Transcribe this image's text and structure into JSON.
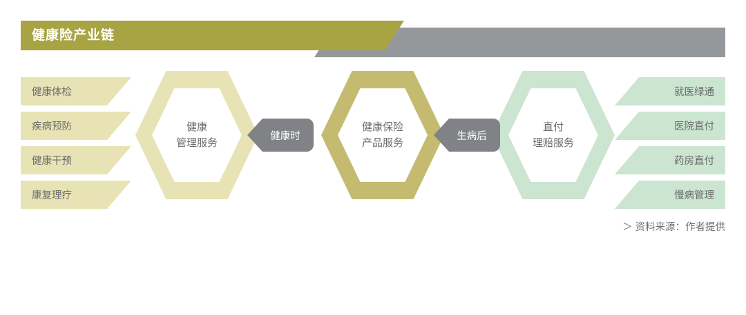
{
  "header": {
    "title": "健康险产业链",
    "banner_color": "#a8a343",
    "shadow_color": "#95989b",
    "title_color": "#ffffff"
  },
  "left_chips": [
    {
      "label": "健康体检"
    },
    {
      "label": "疾病预防"
    },
    {
      "label": "健康干预"
    },
    {
      "label": "康复理疗"
    }
  ],
  "right_chips": [
    {
      "label": "就医绿通"
    },
    {
      "label": "医院直付"
    },
    {
      "label": "药房直付"
    },
    {
      "label": "慢病管理"
    }
  ],
  "hexagons": [
    {
      "line1": "健康",
      "line2": "管理服务",
      "color": "#e8e3b4"
    },
    {
      "line1": "健康保险",
      "line2": "产品服务",
      "color": "#c4bb71"
    },
    {
      "line1": "直付",
      "line2": "理赔服务",
      "color": "#cbe5d0"
    }
  ],
  "connectors": [
    {
      "label": "健康时"
    },
    {
      "label": "生病后"
    }
  ],
  "footer": {
    "source": "＞ 资料来源：作者提供"
  },
  "colors": {
    "light_khaki": "#e8e3b4",
    "olive": "#c4bb71",
    "title_olive": "#a8a343",
    "light_green": "#cbe5d0",
    "gray_banner": "#95989b",
    "gray_connector": "#808285",
    "text_gray": "#6b6b6b"
  }
}
